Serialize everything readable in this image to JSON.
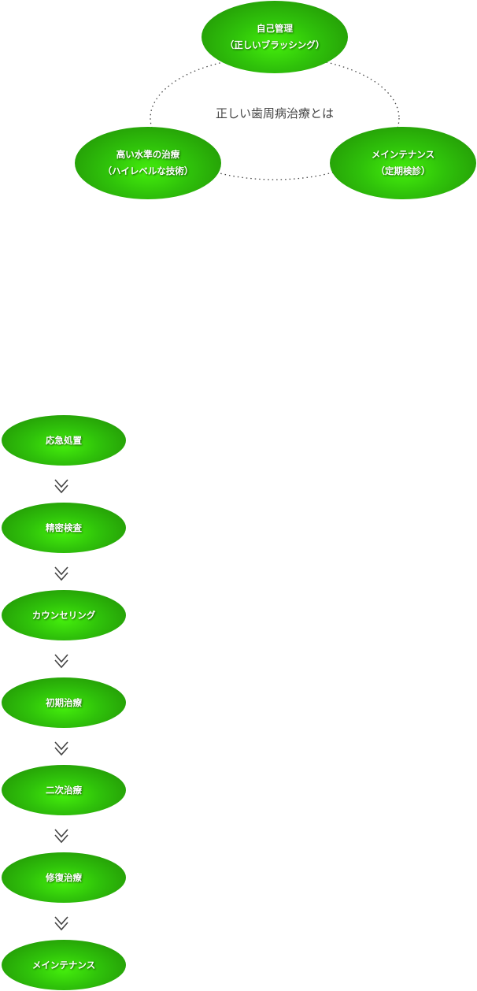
{
  "cycle": {
    "title": "正しい歯周病治療とは",
    "top": {
      "line1": "自己管理",
      "line2": "（正しいブラッシング）"
    },
    "left": {
      "line1": "高い水準の治療",
      "line2": "（ハイレベルな技術）"
    },
    "right": {
      "line1": "メインテナンス",
      "line2": "（定期検診）"
    }
  },
  "flow": {
    "steps": [
      "応急処置",
      "精密検査",
      "カウンセリング",
      "初期治療",
      "二次治療",
      "修復治療",
      "メインテナンス"
    ]
  },
  "colors": {
    "green": "#2fc20a",
    "dark_green": "#1f8a06"
  }
}
